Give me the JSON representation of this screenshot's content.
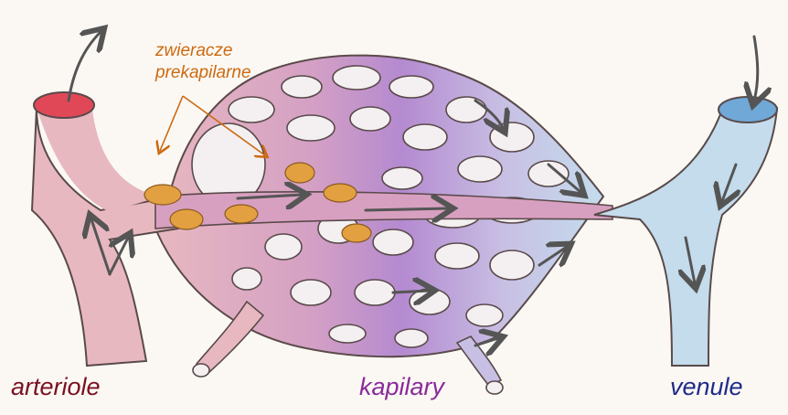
{
  "labels": {
    "arteriole": "arteriole",
    "kapilary": "kapilary",
    "venule": "venule",
    "sphincters_line1": "zwieracze",
    "sphincters_line2": "prekapilarne"
  },
  "colors": {
    "arteriole": "#7a1020",
    "kapilary": "#8a2a9a",
    "venule": "#1f2a8a",
    "sphincters": "#cc6a10",
    "artery_fill": "#e8b8c0",
    "capillary_fill": "#b48ad0",
    "vein_fill": "#c4dcec",
    "sphincter_fill": "#e2a040",
    "outline": "#5a4a4a",
    "arrow": "#555555"
  }
}
